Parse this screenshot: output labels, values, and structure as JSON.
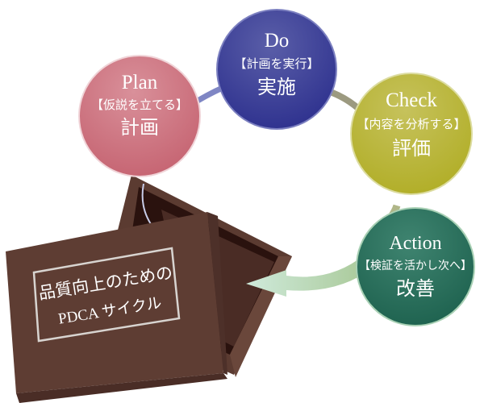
{
  "colors": {
    "plan": "#c86c78",
    "do": "#2e3192",
    "check": "#b5b22a",
    "action": "#1f6a55",
    "box": "#5a3a30",
    "arrow": "#bcdcb4"
  },
  "steps": [
    {
      "en": "Plan",
      "sub": "【仮説を立てる】",
      "jp": "計画"
    },
    {
      "en": "Do",
      "sub": "【計画を実行】",
      "jp": "実施"
    },
    {
      "en": "Check",
      "sub": "【内容を分析する】",
      "jp": "評価"
    },
    {
      "en": "Action",
      "sub": "【検証を活かし次へ】",
      "jp": "改善"
    }
  ],
  "box_label": {
    "line1": "品質向上のための",
    "line2": "PDCA サイクル"
  }
}
